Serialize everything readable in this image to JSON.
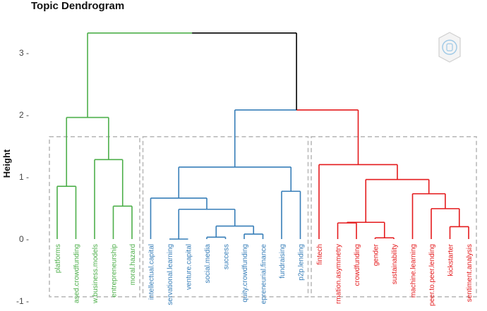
{
  "title": "Topic Dendrogram",
  "chart_data": {
    "type": "dendrogram",
    "title": "Topic Dendrogram",
    "xlabel": "",
    "ylabel": "Height",
    "ylim": [
      -1,
      3.4
    ],
    "yticks": [
      3,
      2,
      1,
      0,
      -1
    ],
    "yticks_labels": [
      "3 -",
      "2 -",
      "1 -",
      "0 -",
      "-1 -"
    ],
    "colors": {
      "green": "#4daf4a",
      "blue": "#377eb8",
      "red": "#e41a1c",
      "root": "#000000",
      "box": "#bbbbbb"
    },
    "leaves": [
      {
        "label": "platforms",
        "cluster": "green"
      },
      {
        "label": "ased.crowdfunding",
        "cluster": "green"
      },
      {
        "label": "w.business.models",
        "cluster": "green"
      },
      {
        "label": "entrepreneurship",
        "cluster": "green"
      },
      {
        "label": "moral.hazard",
        "cluster": "green"
      },
      {
        "label": "intellectual.capital",
        "cluster": "blue"
      },
      {
        "label": "servational.learning",
        "cluster": "blue"
      },
      {
        "label": "venture.capital",
        "cluster": "blue"
      },
      {
        "label": "social.media",
        "cluster": "blue"
      },
      {
        "label": "success",
        "cluster": "blue"
      },
      {
        "label": "quity.crowdfunding",
        "cluster": "blue"
      },
      {
        "label": "epreneurial.finance",
        "cluster": "blue"
      },
      {
        "label": "fundraising",
        "cluster": "blue"
      },
      {
        "label": "p2p.lending",
        "cluster": "blue"
      },
      {
        "label": "fintech",
        "cluster": "red"
      },
      {
        "label": "rmation.asymmetry",
        "cluster": "red"
      },
      {
        "label": "crowdfunding",
        "cluster": "red"
      },
      {
        "label": "gender",
        "cluster": "red"
      },
      {
        "label": "sustainability",
        "cluster": "red"
      },
      {
        "label": "machine.learning",
        "cluster": "red"
      },
      {
        "label": "peer.to.peer.lending",
        "cluster": "red"
      },
      {
        "label": "kickstarter",
        "cluster": "red"
      },
      {
        "label": "sentiment.analysis",
        "cluster": "red"
      }
    ],
    "merges": [
      {
        "a": "L0",
        "b": "L1",
        "h": 0.85,
        "color": "green"
      },
      {
        "a": "L3",
        "b": "L4",
        "h": 0.53,
        "color": "green"
      },
      {
        "a": "L2",
        "b": "M1",
        "h": 1.28,
        "color": "green"
      },
      {
        "a": "M0",
        "b": "M2",
        "h": 1.96,
        "color": "green"
      },
      {
        "a": "L6",
        "b": "L7",
        "h": 0.0,
        "color": "blue"
      },
      {
        "a": "L8",
        "b": "L9",
        "h": 0.03,
        "color": "blue"
      },
      {
        "a": "L10",
        "b": "L11",
        "h": 0.08,
        "color": "blue"
      },
      {
        "a": "M5",
        "b": "M6",
        "h": 0.21,
        "color": "blue"
      },
      {
        "a": "M4",
        "b": "M7",
        "h": 0.48,
        "color": "blue"
      },
      {
        "a": "L5",
        "b": "M8",
        "h": 0.66,
        "color": "blue"
      },
      {
        "a": "L12",
        "b": "L13",
        "h": 0.77,
        "color": "blue"
      },
      {
        "a": "M9",
        "b": "M10",
        "h": 1.16,
        "color": "blue"
      },
      {
        "a": "L17",
        "b": "L18",
        "h": 0.02,
        "color": "red"
      },
      {
        "a": "L15",
        "b": "L16",
        "h": 0.26,
        "color": "red"
      },
      {
        "a": "M13",
        "b": "M12",
        "h": 0.27,
        "color": "red"
      },
      {
        "a": "L21",
        "b": "L22",
        "h": 0.2,
        "color": "red"
      },
      {
        "a": "L20",
        "b": "M15",
        "h": 0.49,
        "color": "red"
      },
      {
        "a": "L19",
        "b": "M16",
        "h": 0.73,
        "color": "red"
      },
      {
        "a": "M14",
        "b": "M17",
        "h": 0.96,
        "color": "red"
      },
      {
        "a": "L14",
        "b": "M18",
        "h": 1.2,
        "color": "red"
      },
      {
        "a": "M11",
        "b": "M19",
        "h": 2.08,
        "color": "blue",
        "rightColor": "red"
      },
      {
        "a": "M3",
        "b": "M20",
        "h": 3.32,
        "color": "green",
        "rightColor": "root"
      }
    ],
    "cluster_boxes": [
      {
        "from": 0,
        "to": 4
      },
      {
        "from": 5,
        "to": 13
      },
      {
        "from": 14,
        "to": 22
      }
    ],
    "box_top": 1.65,
    "box_bottom": -0.93
  }
}
